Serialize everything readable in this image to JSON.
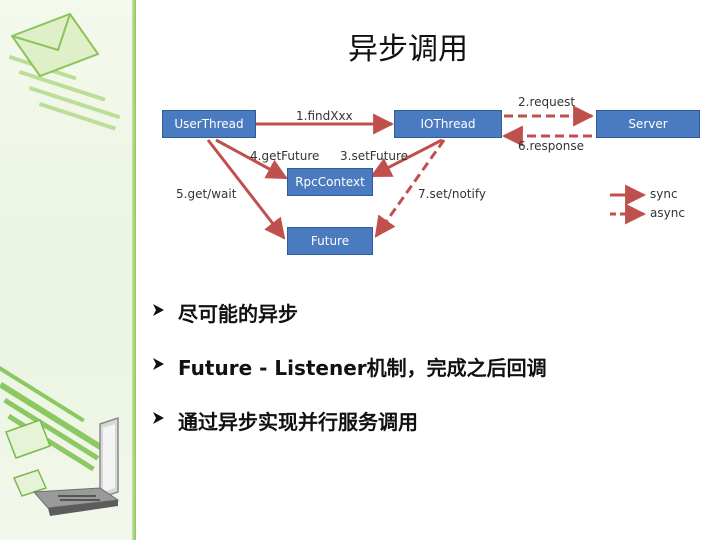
{
  "title": "异步调用",
  "diagram": {
    "nodes": {
      "user_thread": "UserThread",
      "io_thread": "IOThread",
      "server": "Server",
      "rpc_context": "RpcContext",
      "future": "Future"
    },
    "edges": {
      "find": "1.findXxx",
      "request": "2.request",
      "set_future": "3.setFuture",
      "get_future": "4.getFuture",
      "get_wait": "5.get/wait",
      "response": "6.response",
      "set_notify": "7.set/notify"
    },
    "legend": {
      "sync": "sync",
      "async": "async"
    },
    "colors": {
      "node_fill": "#4a7bc0",
      "arrow": "#c0504d"
    }
  },
  "bullets": [
    "尽可能的异步",
    "Future - Listener机制，完成之后回调",
    "通过异步实现并行服务调用"
  ],
  "decoration": {
    "icons": [
      "envelope-icon",
      "laptop-icon"
    ]
  }
}
